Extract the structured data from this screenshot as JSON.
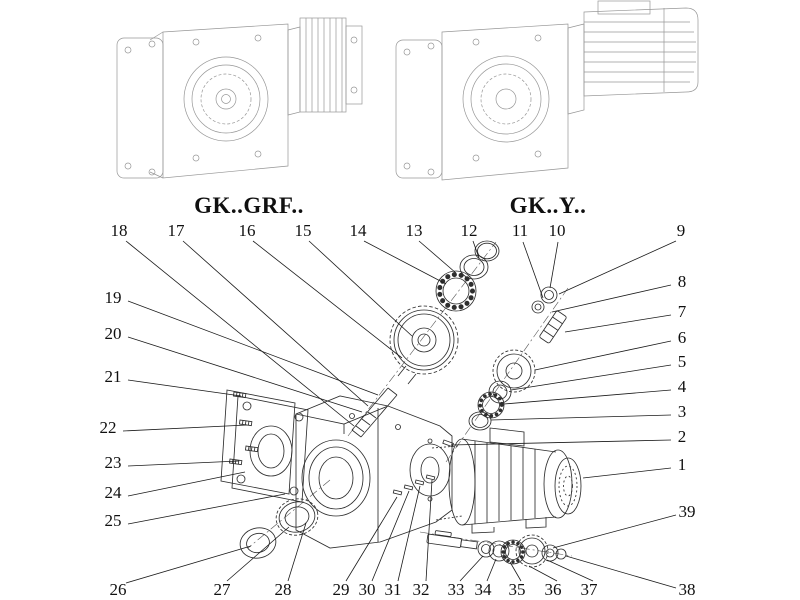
{
  "headings": [
    {
      "id": "gk-grf",
      "text": "GK..GRF.."
    },
    {
      "id": "gk-y",
      "text": "GK..Y.."
    }
  ],
  "callouts": {
    "top": [
      "18",
      "17",
      "16",
      "15",
      "14",
      "13",
      "12",
      "11",
      "10"
    ],
    "right": [
      "9",
      "8",
      "7",
      "6",
      "5",
      "4",
      "3",
      "2",
      "1",
      "39",
      "38"
    ],
    "left": [
      "19",
      "20",
      "21",
      "22",
      "23",
      "24",
      "25",
      "26"
    ],
    "bottom": [
      "27",
      "28",
      "29",
      "30",
      "31",
      "32",
      "33",
      "34",
      "35",
      "36",
      "37"
    ]
  },
  "colors": {
    "background": "#ffffff",
    "faint_line_art": "#979797",
    "exploded_line_art": "#2e2e2e",
    "leader_lines": "#1b1b1b",
    "text": "#101010"
  }
}
